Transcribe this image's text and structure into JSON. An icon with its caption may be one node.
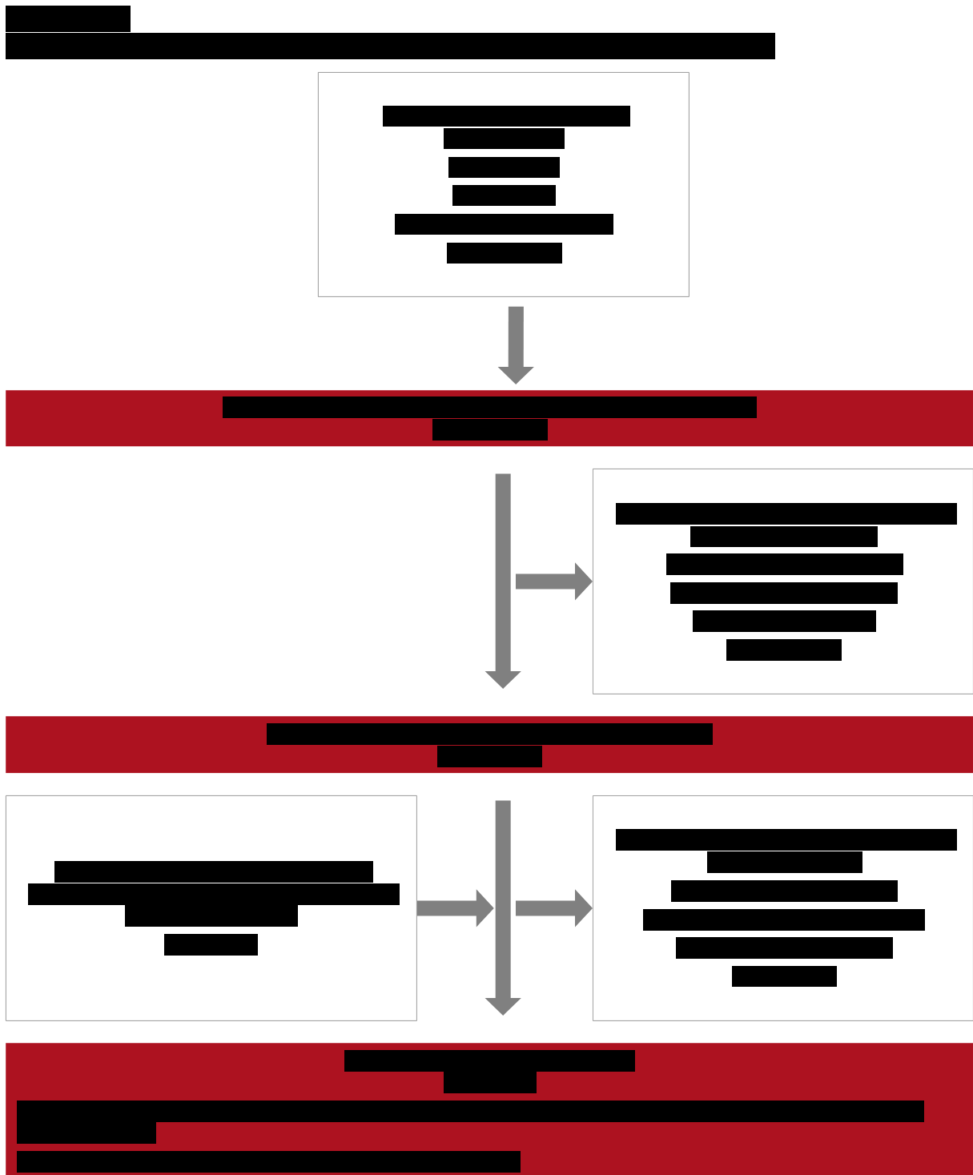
{
  "diagram": {
    "nodes": [
      {
        "text": [],
        "shape": "box"
      },
      {
        "text": [],
        "shape": "bar"
      },
      {
        "text": [],
        "shape": "box"
      },
      {
        "text": [],
        "shape": "bar"
      },
      {
        "text": [],
        "shape": "box"
      },
      {
        "text": [],
        "shape": "box"
      },
      {
        "text": [],
        "shape": "bar"
      }
    ],
    "edges": [
      {
        "from": 0,
        "to": 1,
        "arrow": "to"
      },
      {
        "from": 1,
        "to": 3,
        "arrow": "to"
      },
      {
        "from": null,
        "to": 2,
        "arrow": "to"
      },
      {
        "from": 3,
        "to": 6,
        "arrow": "to"
      },
      {
        "from": 4,
        "to": null,
        "arrow": "to"
      },
      {
        "from": null,
        "to": 5,
        "arrow": "to"
      }
    ]
  }
}
